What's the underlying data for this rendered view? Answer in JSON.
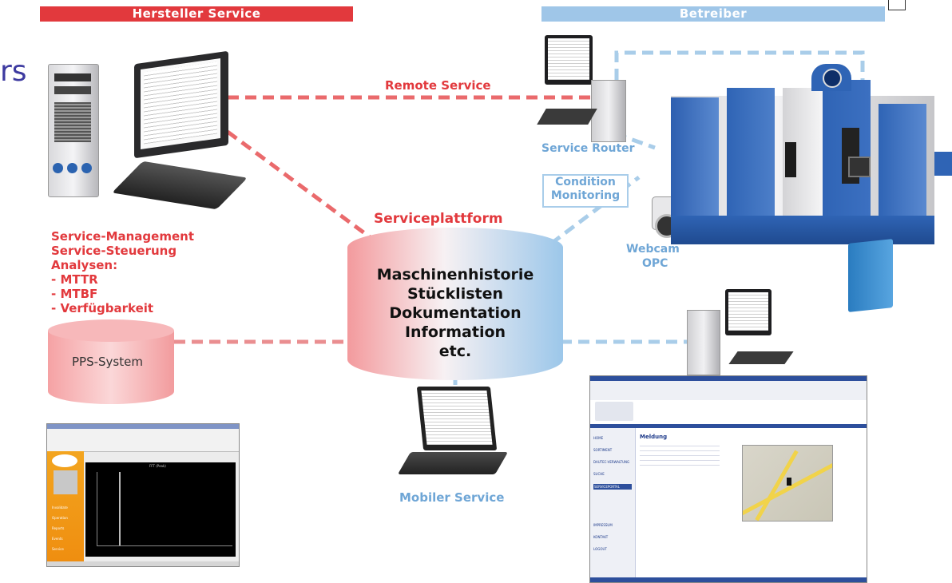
{
  "banners": {
    "left": "Hersteller Service",
    "right": "Betreiber"
  },
  "fragment": "rs",
  "labels": {
    "remote_service": "Remote Service",
    "service_router": "Service Router",
    "condition_monitoring_line1": "Condition",
    "condition_monitoring_line2": "Monitoring",
    "serviceplattform": "Serviceplattform",
    "webcam": "Webcam",
    "opc": "OPC",
    "mobiler_service": "Mobiler Service",
    "pps_system": "PPS-System"
  },
  "management_list": [
    "Service-Management",
    "Service-Steuerung",
    "Analysen:",
    "- MTTR",
    "- MTBF",
    "- Verfügbarkeit"
  ],
  "platform_contents": [
    "Maschinenhistorie",
    "Stücklisten",
    "Dokumentation",
    "Information",
    "etc."
  ],
  "app_window": {
    "title": "Meldung",
    "chart_title": "FFT (Peak)",
    "nav_items": [
      "HOME",
      "SORTIMENT",
      "DAUTEC-VERWALTUNG",
      "SUCHE",
      "SERVICEPORTAL",
      "IMPRESSUM",
      "KONTAKT",
      "LOGOUT"
    ],
    "sidebar_items": [
      "Invalidate",
      "Operation",
      "Reports",
      "Events",
      "Service"
    ]
  },
  "colors": {
    "red": "#e2393d",
    "blue": "#6fa6d6",
    "cylinder_red": "#f3a3a5",
    "cylinder_blue": "#a9cde9",
    "machine_blue": "#2f64b5"
  }
}
